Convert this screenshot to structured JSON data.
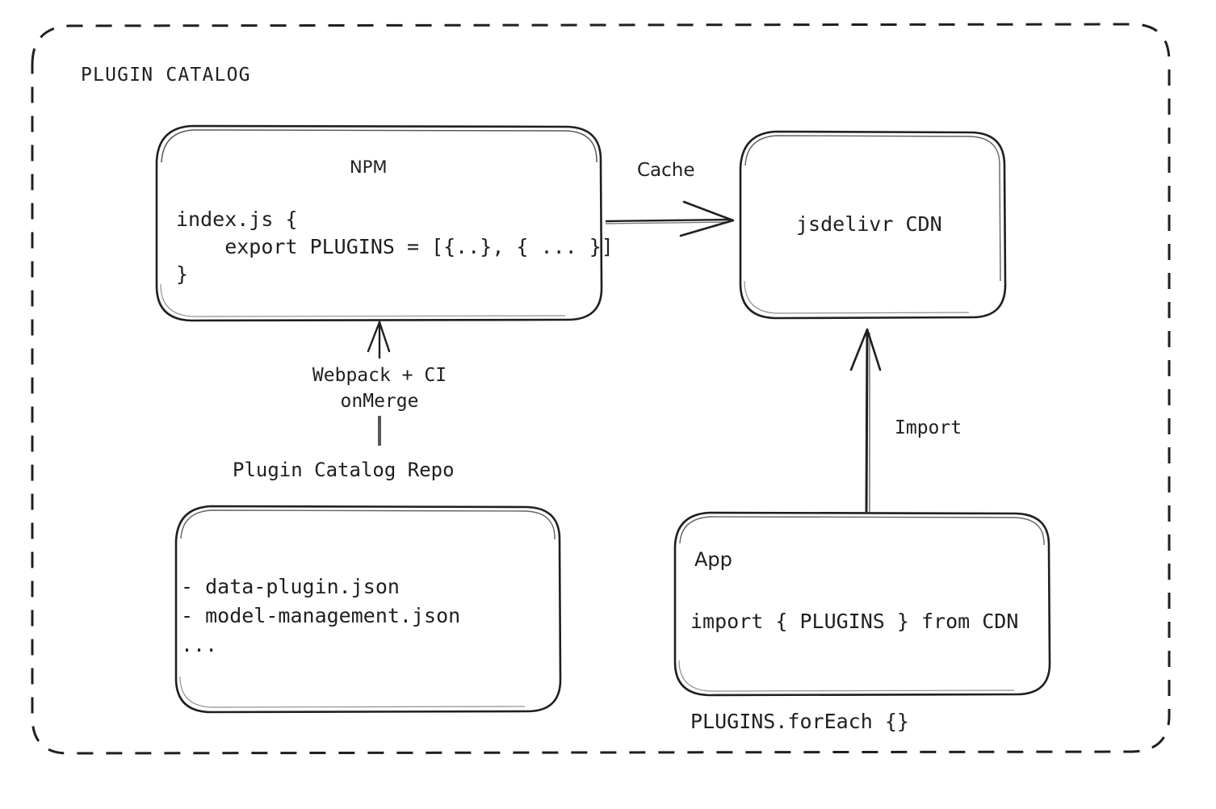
{
  "diagram": {
    "title": "PLUGIN CATALOG",
    "background": "#ffffff",
    "stroke_color": "#1f1f1f",
    "nodes": {
      "npm": {
        "title": "NPM",
        "code": "index.js {\n    export PLUGINS = [{..}, { ... }]\n}"
      },
      "cdn": {
        "title": "jsdelivr CDN"
      },
      "repo": {
        "caption": "Plugin Catalog Repo",
        "items": "- data-plugin.json\n- model-management.json\n..."
      },
      "app": {
        "title": "App",
        "code": "import { PLUGINS } from CDN\n\nPLUGINS.forEach {}"
      }
    },
    "edges": {
      "cache": "Cache",
      "build": "Webpack + CI\nonMerge",
      "import": "Import"
    }
  }
}
